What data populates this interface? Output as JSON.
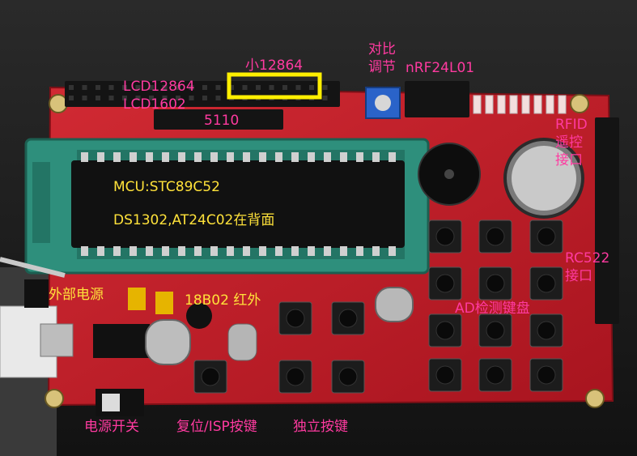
{
  "annotations": {
    "lcd12864": "LCD12864",
    "lcd1602": "LCD1602",
    "small12864": "小12864",
    "lcd5110": "5110",
    "contrast_line1": "对比",
    "contrast_line2": "调节",
    "nrf": "nRF24L01",
    "rfid_line1": "RFID",
    "rfid_line2": "遥控",
    "rfid_line3": "接口",
    "mcu": "MCU:STC89C52",
    "ds1302": "DS1302,AT24C02在背面",
    "rc522_line1": "RC522",
    "rc522_line2": "接口",
    "ext_power": "外部电源",
    "sensors": "18B02  红外",
    "ad_keypad": "AD检测键盘",
    "power_switch": "电源开关",
    "reset_isp": "复位/ISP按键",
    "independent_keys": "独立按键"
  },
  "colors": {
    "pcb": "#c4202b",
    "socket": "#2e8f7c",
    "annotation_pink": "#ff3aa0",
    "annotation_yellow": "#ffe23a",
    "highlight_box": "#ffef00"
  }
}
